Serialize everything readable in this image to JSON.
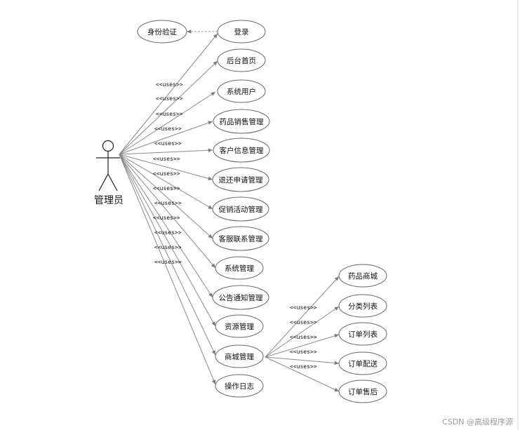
{
  "actor": {
    "label": "管理员"
  },
  "stereotype": "<<uses>>",
  "use_cases": {
    "auth": "身份验证",
    "login": "登录",
    "home": "后台首页",
    "sysuser": "系统用户",
    "drugsales": "药品销售管理",
    "customer": "客户信息管理",
    "refund": "退还申请管理",
    "promo": "促销活动管理",
    "service": "客服联系管理",
    "sysmgmt": "系统管理",
    "notice": "公告通知管理",
    "resource": "资源管理",
    "mall": "商城管理",
    "log": "操作日志",
    "drugmall": "药品商城",
    "category": "分类列表",
    "orderlist": "订单列表",
    "delivery": "订单配送",
    "aftersale": "订单售后"
  },
  "watermark": "CSDN @高级程序源"
}
